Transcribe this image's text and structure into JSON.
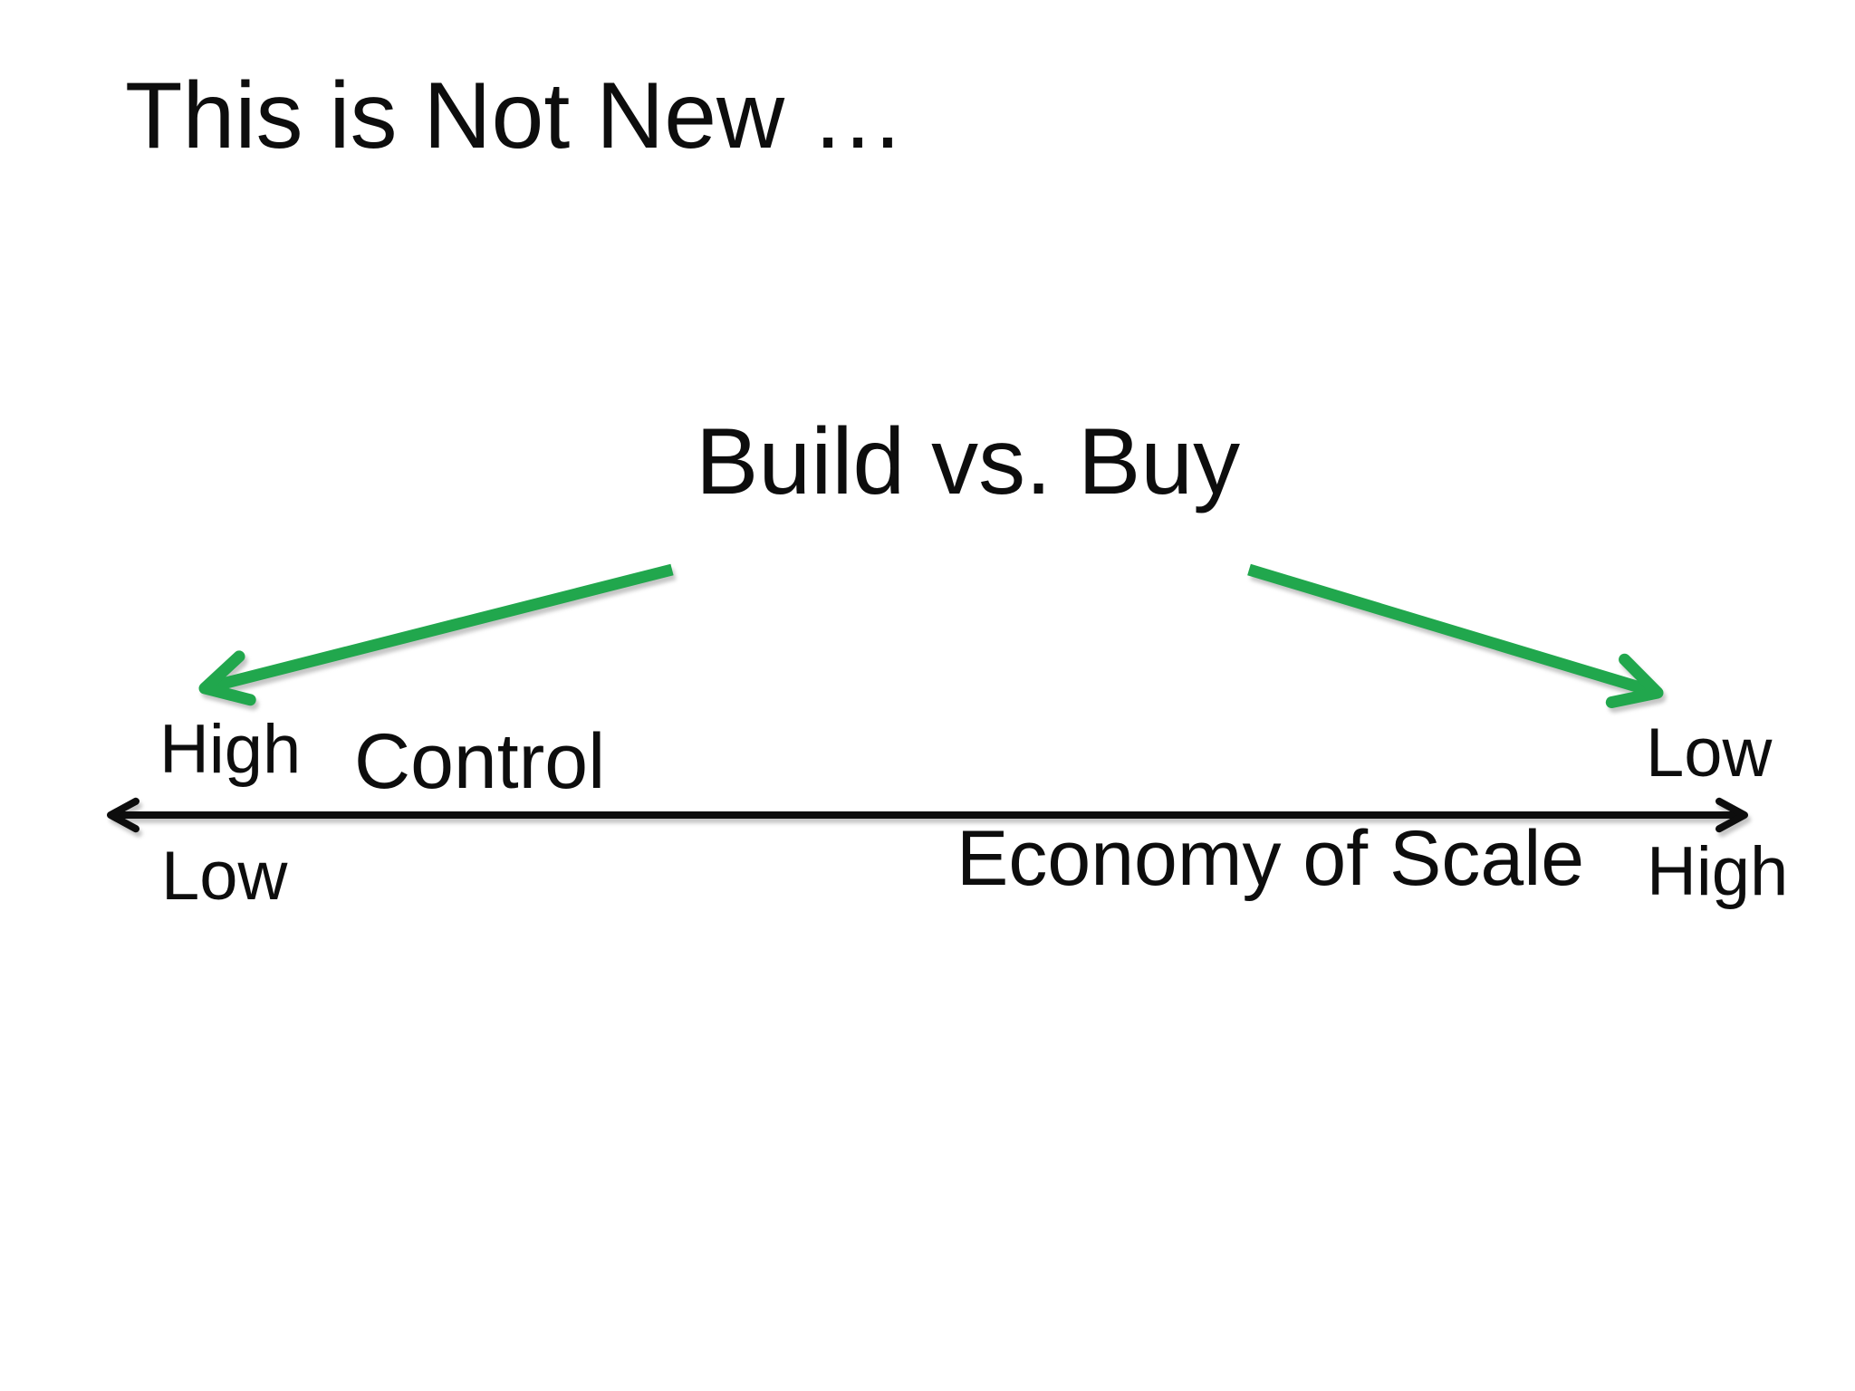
{
  "slide": {
    "title": "This is Not New …",
    "heading": "Build vs. Buy",
    "axis": {
      "left_top_label": "High",
      "left_bottom_label": "Low",
      "top_axis_label": "Control",
      "bottom_axis_label": "Economy of Scale",
      "right_top_label": "Low",
      "right_bottom_label": "High"
    },
    "colors": {
      "arrow_green": "#21A74D",
      "axis_black": "#0d0d0d",
      "background": "#ffffff"
    }
  }
}
